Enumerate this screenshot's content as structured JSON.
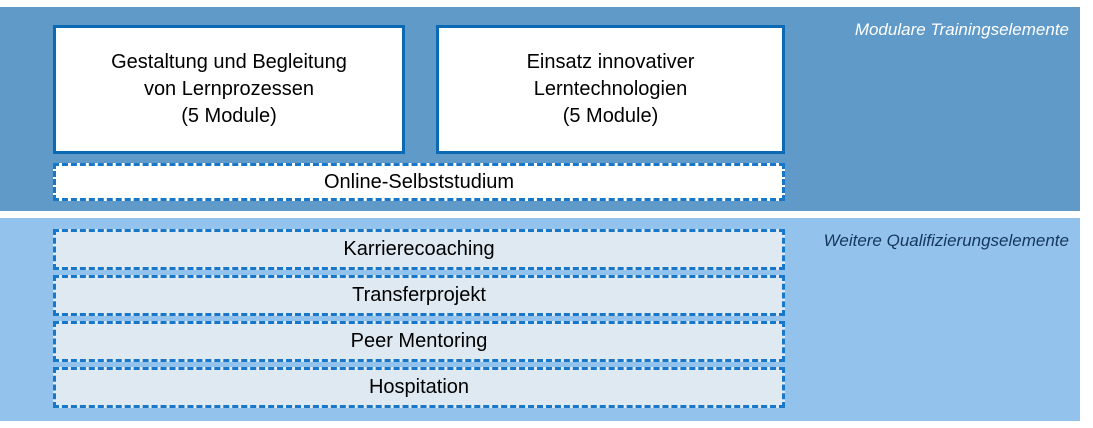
{
  "diagram": {
    "sections": [
      {
        "id": "modular",
        "caption": "Modulare Trainingselemente",
        "background_color": "#609ac9",
        "caption_color": "#ffffff",
        "boxes": [
          {
            "id": "gestaltung",
            "lines": [
              "Gestaltung und Begleitung",
              "von Lernprozessen",
              "(5 Module)"
            ],
            "line1": "Gestaltung und Begleitung",
            "line2": "von Lernprozessen",
            "line3": "(5 Module)",
            "style": "solid",
            "fill_color": "#ffffff",
            "border_color": "#0c69b4"
          },
          {
            "id": "einsatz",
            "lines": [
              "Einsatz innovativer",
              "Lerntechnologien",
              "(5 Module)"
            ],
            "line1": "Einsatz innovativer",
            "line2": "Lerntechnologien",
            "line3": "(5 Module)",
            "style": "solid",
            "fill_color": "#ffffff",
            "border_color": "#0c69b4"
          },
          {
            "id": "online",
            "label": "Online-Selbststudium",
            "style": "dashed",
            "fill_color": "#ffffff",
            "border_color": "#1877c9"
          }
        ]
      },
      {
        "id": "weitere",
        "caption": "Weitere Qualifizierungselemente",
        "background_color": "#93c3ec",
        "caption_color": "#16365c",
        "boxes": [
          {
            "id": "karrierecoaching",
            "label": "Karrierecoaching",
            "style": "dashed",
            "fill_color": "#dfe9f2",
            "border_color": "#1877c9"
          },
          {
            "id": "transferprojekt",
            "label": "Transferprojekt",
            "style": "dashed",
            "fill_color": "#dfe9f2",
            "border_color": "#1877c9"
          },
          {
            "id": "peer_mentoring",
            "label": "Peer Mentoring",
            "style": "dashed",
            "fill_color": "#dfe9f2",
            "border_color": "#1877c9"
          },
          {
            "id": "hospitation",
            "label": "Hospitation",
            "style": "dashed",
            "fill_color": "#dfe9f2",
            "border_color": "#1877c9"
          }
        ]
      }
    ]
  }
}
